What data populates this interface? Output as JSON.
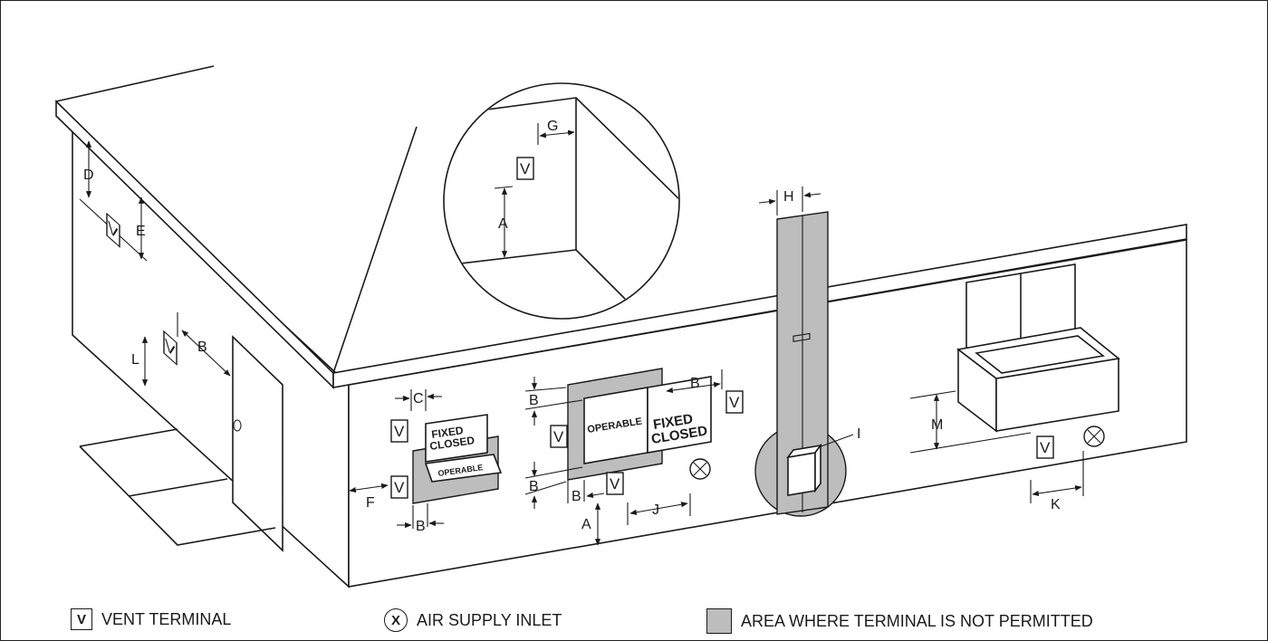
{
  "terminal_letter": "V",
  "inlet_letter": "X",
  "dimensions": {
    "A": "A",
    "B": "B",
    "C": "C",
    "D": "D",
    "E": "E",
    "F": "F",
    "G": "G",
    "H": "H",
    "I": "I",
    "J": "J",
    "K": "K",
    "L": "L",
    "M": "M"
  },
  "window_labels": {
    "fixed_closed_line1": "FIXED",
    "fixed_closed_line2": "CLOSED",
    "operable": "OPERABLE"
  },
  "legend": {
    "vent_symbol": "V",
    "vent_label": "VENT TERMINAL",
    "inlet_symbol": "X",
    "inlet_label": "AIR SUPPLY INLET",
    "area_label": "AREA WHERE TERMINAL IS NOT PERMITTED"
  },
  "colors": {
    "restricted_area": "#bdbdbd",
    "line": "#1a1a1a"
  }
}
